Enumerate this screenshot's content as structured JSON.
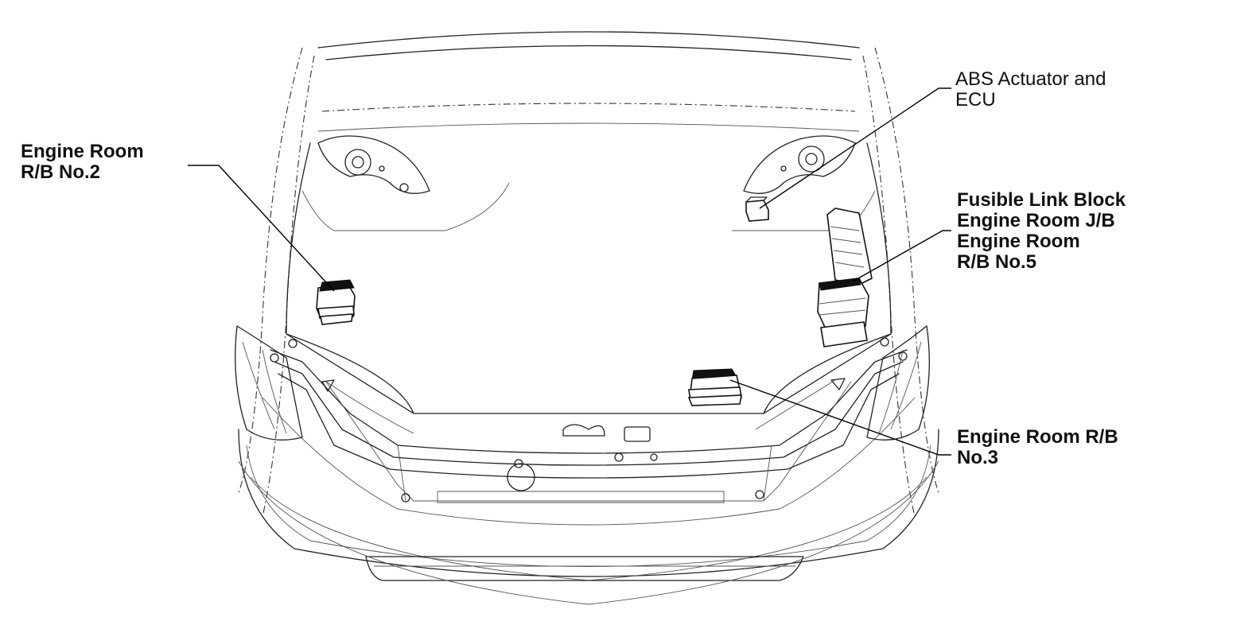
{
  "labels": {
    "engine_room_rb2": {
      "line1": "Engine Room",
      "line2": "R/B No.2"
    },
    "abs_actuator": {
      "line1": "ABS Actuator and",
      "line2": "ECU"
    },
    "fusible_link": {
      "line1": "Fusible Link Block",
      "line2": "Engine Room J/B",
      "line3": "Engine Room",
      "line4": "R/B No.5"
    },
    "engine_room_rb3": {
      "line1": "Engine Room R/B",
      "line2": "No.3"
    }
  },
  "colors": {
    "line": "#222222",
    "background": "#ffffff"
  }
}
